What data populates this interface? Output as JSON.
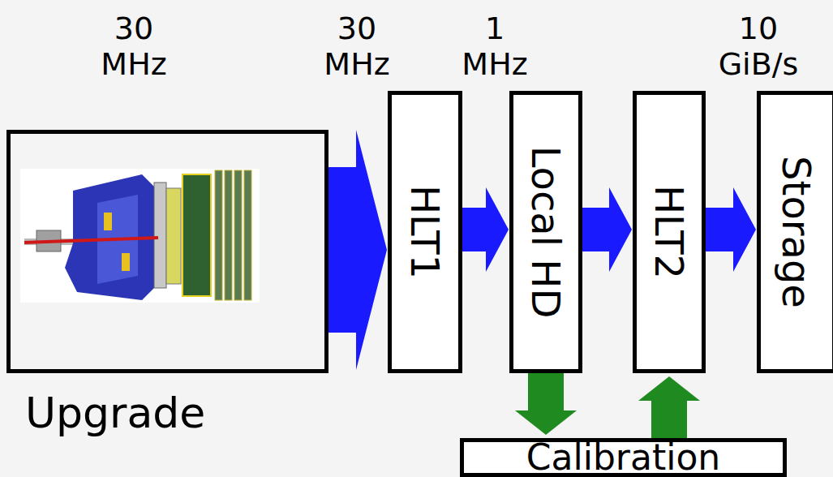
{
  "diagram": {
    "nodes": [
      {
        "text": [
          "Upgrade"
        ]
      },
      {
        "text": [
          "HLT1"
        ]
      },
      {
        "text": [
          "Local HD"
        ]
      },
      {
        "text": [
          "HLT2"
        ]
      },
      {
        "text": [
          "Storage"
        ]
      },
      {
        "text": [
          "Calibration"
        ]
      }
    ],
    "edges": [
      {
        "from": 0,
        "to": 1,
        "arrow": "to"
      },
      {
        "from": 1,
        "to": 2,
        "arrow": "to"
      },
      {
        "from": 2,
        "to": 3,
        "arrow": "to"
      },
      {
        "from": 3,
        "to": 4,
        "arrow": "to"
      },
      {
        "from": 2,
        "to": 5,
        "arrow": "to"
      },
      {
        "from": 5,
        "to": 3,
        "arrow": "to"
      }
    ],
    "labels": [
      "30 MHz",
      "30 MHz",
      "1 MHz",
      "10 GiB/s"
    ]
  }
}
